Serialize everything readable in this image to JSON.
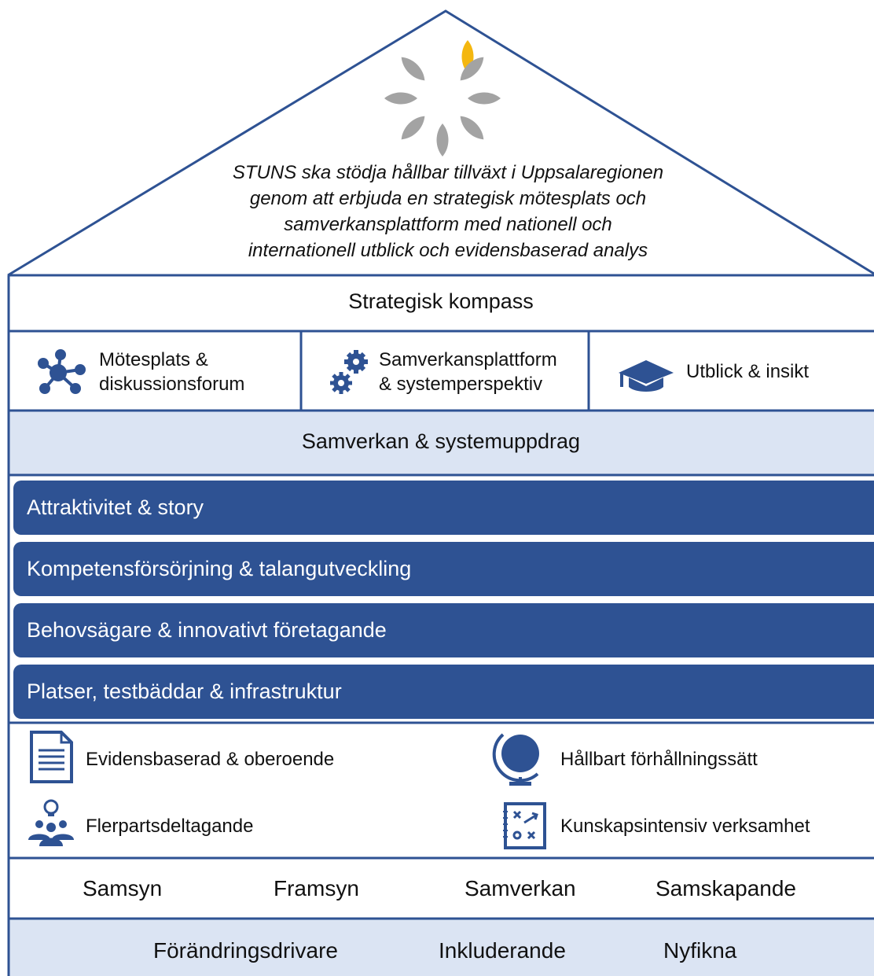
{
  "colors": {
    "navy": "#2e5293",
    "light_band": "#dbe4f3",
    "leaf_grey": "#a3a3a3",
    "leaf_yellow": "#f4b70f"
  },
  "mission": "STUNS ska stödja hållbar tillväxt i Uppsalaregionen\ngenom att erbjuda en strategisk mötesplats och\nsamverkansplattform med nationell och\ninternationell utblick och evidensbaserad analys",
  "compass": {
    "title": "Strategisk kompass"
  },
  "pillars": [
    {
      "icon": "network-hub-icon",
      "label": "Mötesplats &\ndiskussionsforum"
    },
    {
      "icon": "gears-icon",
      "label": "Samverkansplattform\n& systemperspektiv"
    },
    {
      "icon": "graduation-cap-icon",
      "label": "Utblick & insikt"
    }
  ],
  "mission_band": {
    "title": "Samverkan & systemuppdrag"
  },
  "focus_areas": [
    "Attraktivitet & story",
    "Kompetensförsörjning & talangutveckling",
    "Behovsägare & innovativt företagande",
    "Platser, testbäddar & infrastruktur"
  ],
  "values": [
    {
      "icon": "document-icon",
      "label": "Evidensbaserad & oberoende"
    },
    {
      "icon": "globe-icon",
      "label": "Hållbart förhållningssätt"
    },
    {
      "icon": "people-idea-icon",
      "label": "Flerpartsdeltagande"
    },
    {
      "icon": "strategy-board-icon",
      "label": "Kunskapsintensiv verksamhet"
    }
  ],
  "principles": [
    "Samsyn",
    "Framsyn",
    "Samverkan",
    "Samskapande"
  ],
  "traits": [
    "Förändringsdrivare",
    "Inkluderande",
    "Nyfikna"
  ]
}
